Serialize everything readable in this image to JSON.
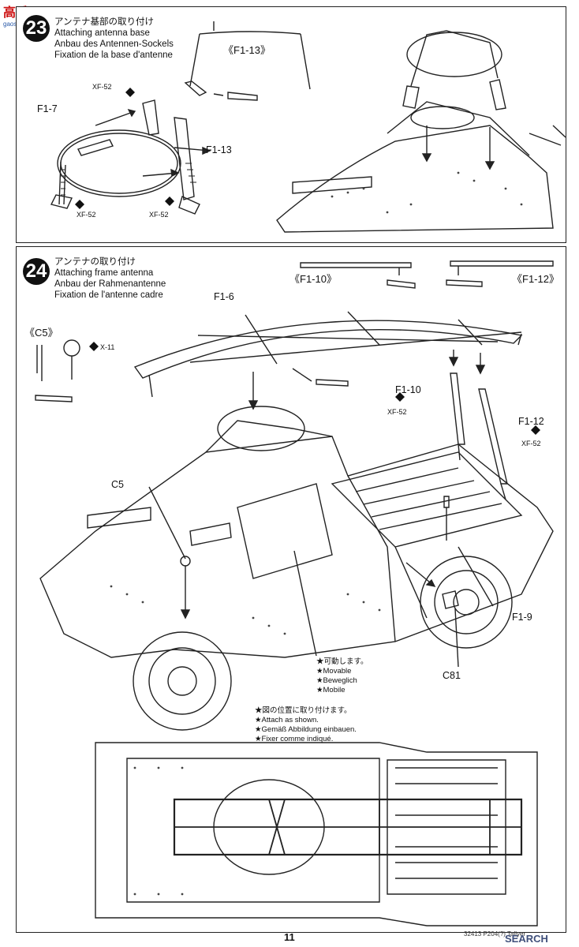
{
  "watermark": {
    "top": "高手网",
    "top_sub": "gaoshou.net",
    "bottom": "SEARCH"
  },
  "step23": {
    "number": "23",
    "titles": [
      "アンテナ基部の取り付け",
      "Attaching antenna base",
      "Anbau des Antennen-Sockels",
      "Fixation de la base d'antenne"
    ],
    "bracket_label": "《F1-13》",
    "labels": {
      "f1_7": "F1-7",
      "f1_13": "F1-13",
      "xf52_top": "XF-52",
      "xf52_left": "XF-52",
      "xf52_right": "XF-52"
    }
  },
  "step24": {
    "number": "24",
    "titles": [
      "アンテナの取り付け",
      "Attaching frame antenna",
      "Anbau der Rahmenantenne",
      "Fixation de l'antenne cadre"
    ],
    "bracket_f110": "《F1-10》",
    "bracket_f112": "《F1-12》",
    "bracket_c5": "《C5》",
    "labels": {
      "x11": "X-11",
      "f1_6": "F1-6",
      "f1_10": "F1-10",
      "xf52_a": "XF-52",
      "f1_12": "F1-12",
      "xf52_b": "XF-52",
      "c5": "C5",
      "f1_9": "F1-9",
      "c81": "C81"
    },
    "movable_note": [
      "★可動します。",
      "★Movable",
      "★Beweglich",
      "★Mobile"
    ],
    "attach_note": [
      "★図の位置に取り付けます。",
      "★Attach as shown.",
      "★Gemäß Abbildung einbauen.",
      "★Fixer comme indiqué."
    ]
  },
  "footer": {
    "page_number": "11",
    "code": "32413 P204(?) Tallyer"
  }
}
